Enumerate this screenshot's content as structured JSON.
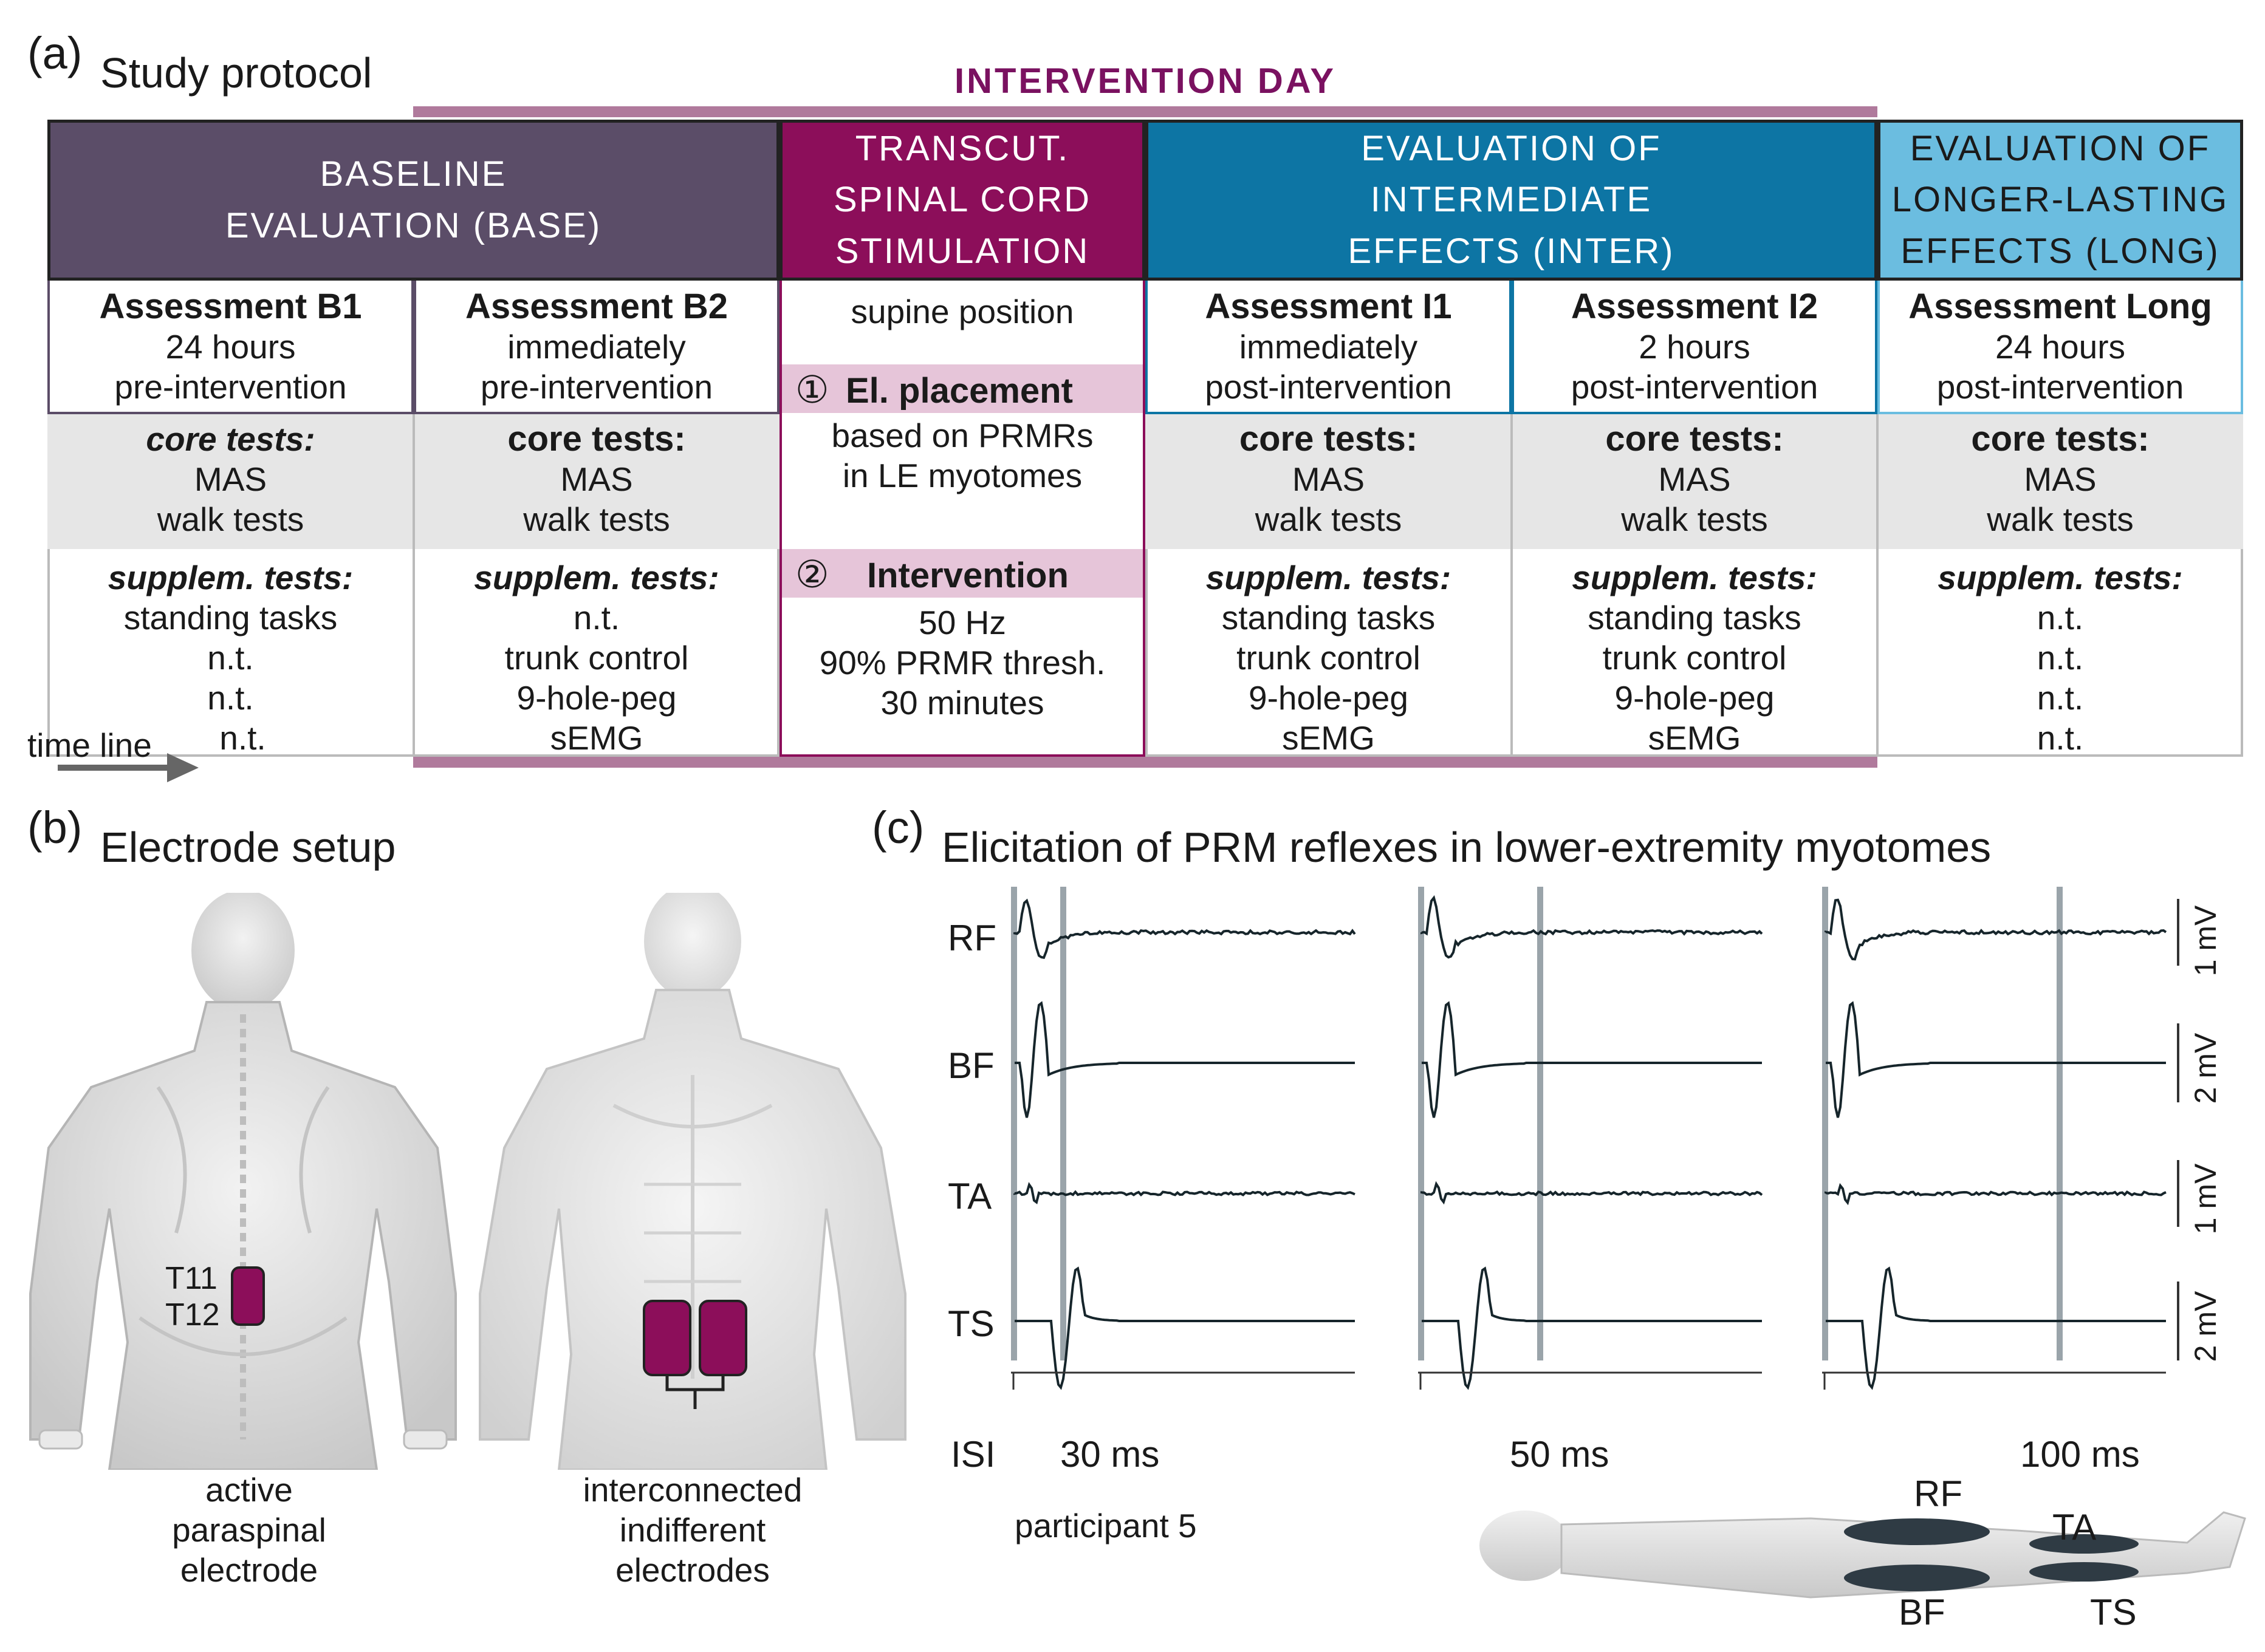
{
  "panel_a": {
    "label": "(a)",
    "title": "Study protocol",
    "intervention_day": "INTERVENTION DAY",
    "phases": [
      {
        "name": "BASELINE\nEVALUATION (BASE)",
        "color": "#5b4d68"
      },
      {
        "name": "TRANSCUT.\nSPINAL CORD\nSTIMULATION",
        "color": "#8c0e5a"
      },
      {
        "name": "EVALUATION OF\nINTERMEDIATE\nEFFECTS (INTER)",
        "color": "#0d75a4"
      },
      {
        "name": "EVALUATION OF\nLONGER-LASTING\nEFFECTS (LONG)",
        "color": "#6bbde0"
      }
    ],
    "assessments": [
      {
        "title": "Assessment B1",
        "l1": "24 hours",
        "l2": "pre-intervention"
      },
      {
        "title": "Assessment B2",
        "l1": "immediately",
        "l2": "pre-intervention"
      },
      {
        "title": "Assessment I1",
        "l1": "immediately",
        "l2": "post-intervention"
      },
      {
        "title": "Assessment I2",
        "l1": "2 hours",
        "l2": "post-intervention"
      },
      {
        "title": "Assessment Long",
        "l1": "24 hours",
        "l2": "post-intervention"
      }
    ],
    "core_label": "core tests:",
    "core_l1": "MAS",
    "core_l2": "walk tests",
    "supp_label": "supplem. tests:",
    "supp": [
      [
        "standing tasks",
        "n.t.",
        "n.t.",
        "n.t."
      ],
      [
        "n.t.",
        "trunk control",
        "9-hole-peg",
        "sEMG"
      ],
      [
        "standing tasks",
        "trunk control",
        "9-hole-peg",
        "sEMG"
      ],
      [
        "standing tasks",
        "trunk control",
        "9-hole-peg",
        "sEMG"
      ],
      [
        "n.t.",
        "n.t.",
        "n.t.",
        "n.t."
      ]
    ],
    "stim": {
      "position": "supine position",
      "step1_num": "①",
      "step1": "El. placement",
      "step1_l1": "based on PRMRs",
      "step1_l2": "in LE myotomes",
      "step2_num": "②",
      "step2": "Intervention",
      "step2_l1": "50 Hz",
      "step2_l2": "90% PRMR thresh.",
      "step2_l3": "30 minutes"
    },
    "timeline": "time line"
  },
  "panel_b": {
    "label": "(b)",
    "title": "Electrode setup",
    "spine_l1": "T11",
    "spine_l2": "T12",
    "left_caption": [
      "active",
      "paraspinal",
      "electrode"
    ],
    "right_caption": [
      "interconnected",
      "indifferent",
      "electrodes"
    ],
    "electrode_color": "#8c0e5a"
  },
  "panel_c": {
    "label": "(c)",
    "title": "Elicitation of PRM reflexes in lower-extremity myotomes",
    "muscles": [
      "RF",
      "BF",
      "TA",
      "TS"
    ],
    "isi_label": "ISI",
    "isi": [
      "30 ms",
      "50 ms",
      "100 ms"
    ],
    "scales": [
      "1 mV",
      "2 mV",
      "1 mV",
      "2 mV"
    ],
    "participant": "participant 5",
    "leg_labels": {
      "rf": "RF",
      "ta": "TA",
      "bf": "BF",
      "ts": "TS"
    }
  }
}
